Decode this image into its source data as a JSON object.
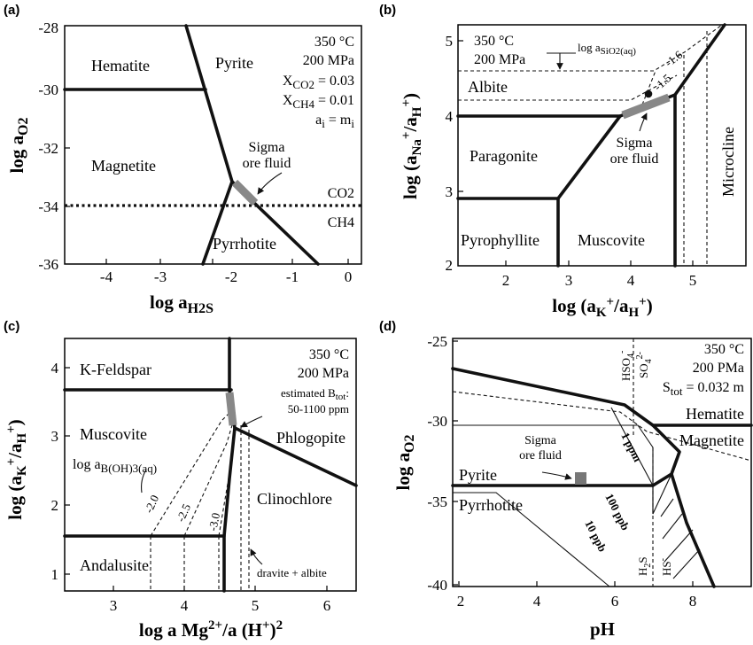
{
  "panels": {
    "a": {
      "label": "(a)",
      "conditions": [
        "350 °C",
        "200 MPa"
      ],
      "xco2": {
        "sym": "X",
        "sub": "CO2",
        "val": " = 0.03"
      },
      "xch4": {
        "sym": "X",
        "sub": "CH4",
        "val": " = 0.01"
      },
      "ai": {
        "l1": "a",
        "s1": "i",
        "mid": " = m",
        "s2": "i"
      },
      "fields": {
        "hematite": "Hematite",
        "pyrite": "Pyrite",
        "magnetite": "Magnetite",
        "pyrrhotite": "Pyrrhotite"
      },
      "fluid": [
        "Sigma",
        "ore fluid"
      ],
      "redox": {
        "upper": "CO2",
        "lower": "CH4"
      },
      "xlabel": {
        "main": "log a",
        "sub": "H2S"
      },
      "ylabel": {
        "main": "log a",
        "sub": "O2"
      },
      "xticks": [
        "-4",
        "-3",
        "-2",
        "-1",
        "0"
      ],
      "yticks": [
        "-28",
        "-30",
        "-32",
        "-34",
        "-36"
      ]
    },
    "b": {
      "label": "(b)",
      "conditions": [
        "350 °C",
        "200 MPa"
      ],
      "silica": {
        "main": "log a",
        "sub": "SiO2(aq)"
      },
      "contours": [
        "-1.6",
        "-1.5"
      ],
      "fields": {
        "albite": "Albite",
        "paragonite": "Paragonite",
        "pyrophyllite": "Pyrophyllite",
        "muscovite": "Muscovite",
        "microcline": "Microcline"
      },
      "fluid": [
        "Sigma",
        "ore fluid"
      ],
      "xlabel": {
        "pre": "log (a",
        "sub1": "K",
        "sup1": "+",
        "mid": "/a",
        "sub2": "H",
        "sup2": "+",
        "post": ")"
      },
      "ylabel": {
        "pre": "log (a",
        "sub1": "Na",
        "sup1": "+",
        "mid": "/a",
        "sub2": "H",
        "sup2": "+",
        "post": ")"
      },
      "xticks": [
        "2",
        "3",
        "4",
        "5"
      ],
      "yticks": [
        "5",
        "4",
        "3",
        "2"
      ]
    },
    "c": {
      "label": "(c)",
      "conditions": [
        "350 °C",
        "200 MPa"
      ],
      "boron": {
        "pre": "estimated B",
        "sub": "tot",
        "post": ":"
      },
      "boron_range": "50-1100 ppm",
      "boric": {
        "main": "log a",
        "sub": "B(OH)3(aq)"
      },
      "contours": [
        "-2.0",
        "-2.5",
        "-3.0"
      ],
      "fields": {
        "kfeldspar": "K-Feldspar",
        "muscovite": "Muscovite",
        "phlogopite": "Phlogopite",
        "clinochlore": "Clinochlore",
        "andalusite": "Andalusite"
      },
      "dravite": "dravite + albite",
      "xlabel": {
        "pre": "log a Mg",
        "sup1": "2+",
        "mid": "/a (H",
        "sup2": "+",
        "post": ")",
        "sup3": "2"
      },
      "ylabel": {
        "pre": "log (a",
        "sub1": "K",
        "sup1": "+",
        "mid": "/a",
        "sub2": "H",
        "sup2": "+",
        "post": ")"
      },
      "xticks": [
        "3",
        "4",
        "5",
        "6"
      ],
      "yticks": [
        "4",
        "3",
        "2",
        "1"
      ]
    },
    "d": {
      "label": "(d)",
      "conditions": [
        "350 °C",
        "200 PMa"
      ],
      "stot": {
        "sym": "S",
        "sub": "tot",
        "val": " = 0.032 m"
      },
      "species": {
        "hso4": "HSO",
        "hso4_sub": "4",
        "hso4_sup": "-",
        "so4": "SO",
        "so4_sub": "4",
        "so4_sup": "2-",
        "h2s": "H",
        "h2s_sub": "2",
        "h2s_tail": "S",
        "hs": "HS",
        "hs_sup": "-"
      },
      "fields": {
        "hematite": "Hematite",
        "magnetite": "Magnetite",
        "pyrite": "Pyrite",
        "pyrrhotite": "Pyrrhotite"
      },
      "contours": [
        "1 ppm",
        "100 ppb",
        "10 ppb"
      ],
      "fluid": [
        "Sigma",
        "ore fluid"
      ],
      "xlabel": {
        "main": "pH"
      },
      "ylabel": {
        "main": "log a",
        "sub": "O2"
      },
      "xticks": [
        "2",
        "4",
        "6",
        "8"
      ],
      "yticks": [
        "-25",
        "-30",
        "-35",
        "-40"
      ]
    }
  }
}
